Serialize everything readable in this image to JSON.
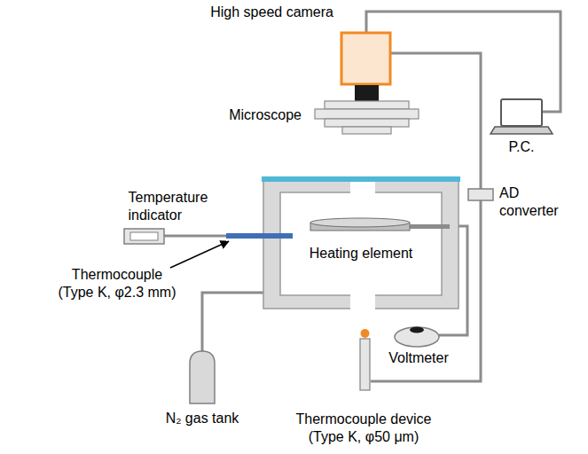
{
  "diagram": {
    "labels": [
      "High speed camera",
      "Microscope",
      "P.C.",
      "AD converter",
      "Temperature indicator",
      "Heating element",
      "Thermocouple (Type K, φ2.3 mm)",
      "Voltmeter",
      "N₂ gas tank",
      "Thermocouple device (Type K, φ50 μm)"
    ]
  }
}
